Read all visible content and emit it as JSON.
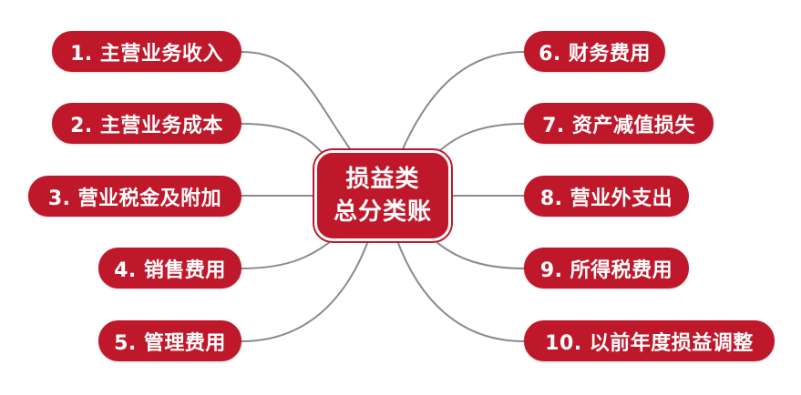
{
  "center": {
    "line1": "损益类",
    "line2": "总分类账"
  },
  "left_items": [
    "1. 主营业务收入",
    "2. 主营业务成本",
    "3. 营业税金及附加",
    "4. 销售费用",
    "5. 管理费用"
  ],
  "right_items": [
    "6. 财务费用",
    "7. 资产减值损失",
    "8. 营业外支出",
    "9. 所得税费用",
    "10. 以前年度损益调整"
  ],
  "colors": {
    "node_fill": "#c0182b",
    "node_text": "#ffffff",
    "connector": "#8a8a8a"
  }
}
